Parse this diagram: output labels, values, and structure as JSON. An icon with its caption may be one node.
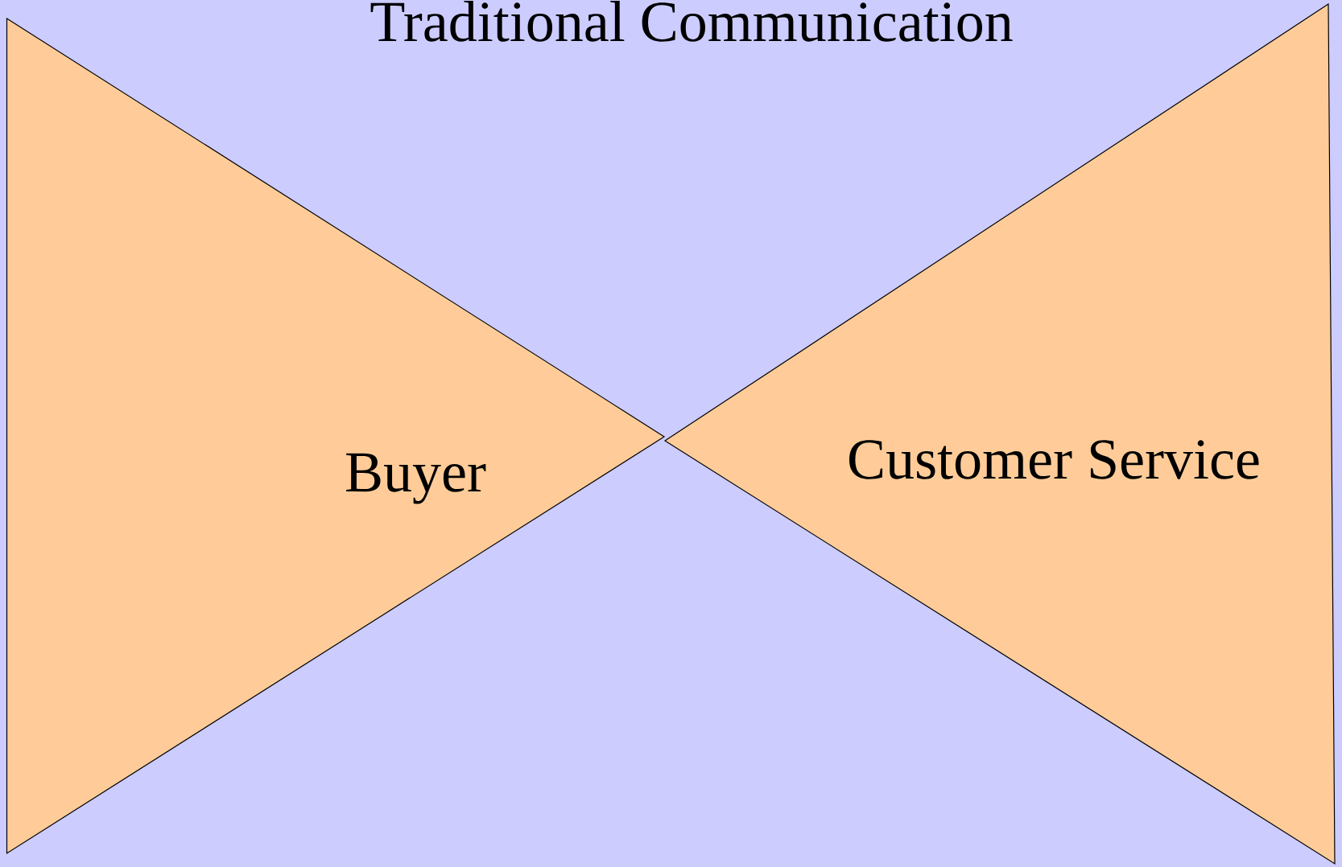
{
  "diagram": {
    "title": "Traditional Communication",
    "nodes": [
      {
        "text": [
          "Buyer"
        ]
      },
      {
        "text": [
          "Customer Service"
        ]
      }
    ]
  }
}
